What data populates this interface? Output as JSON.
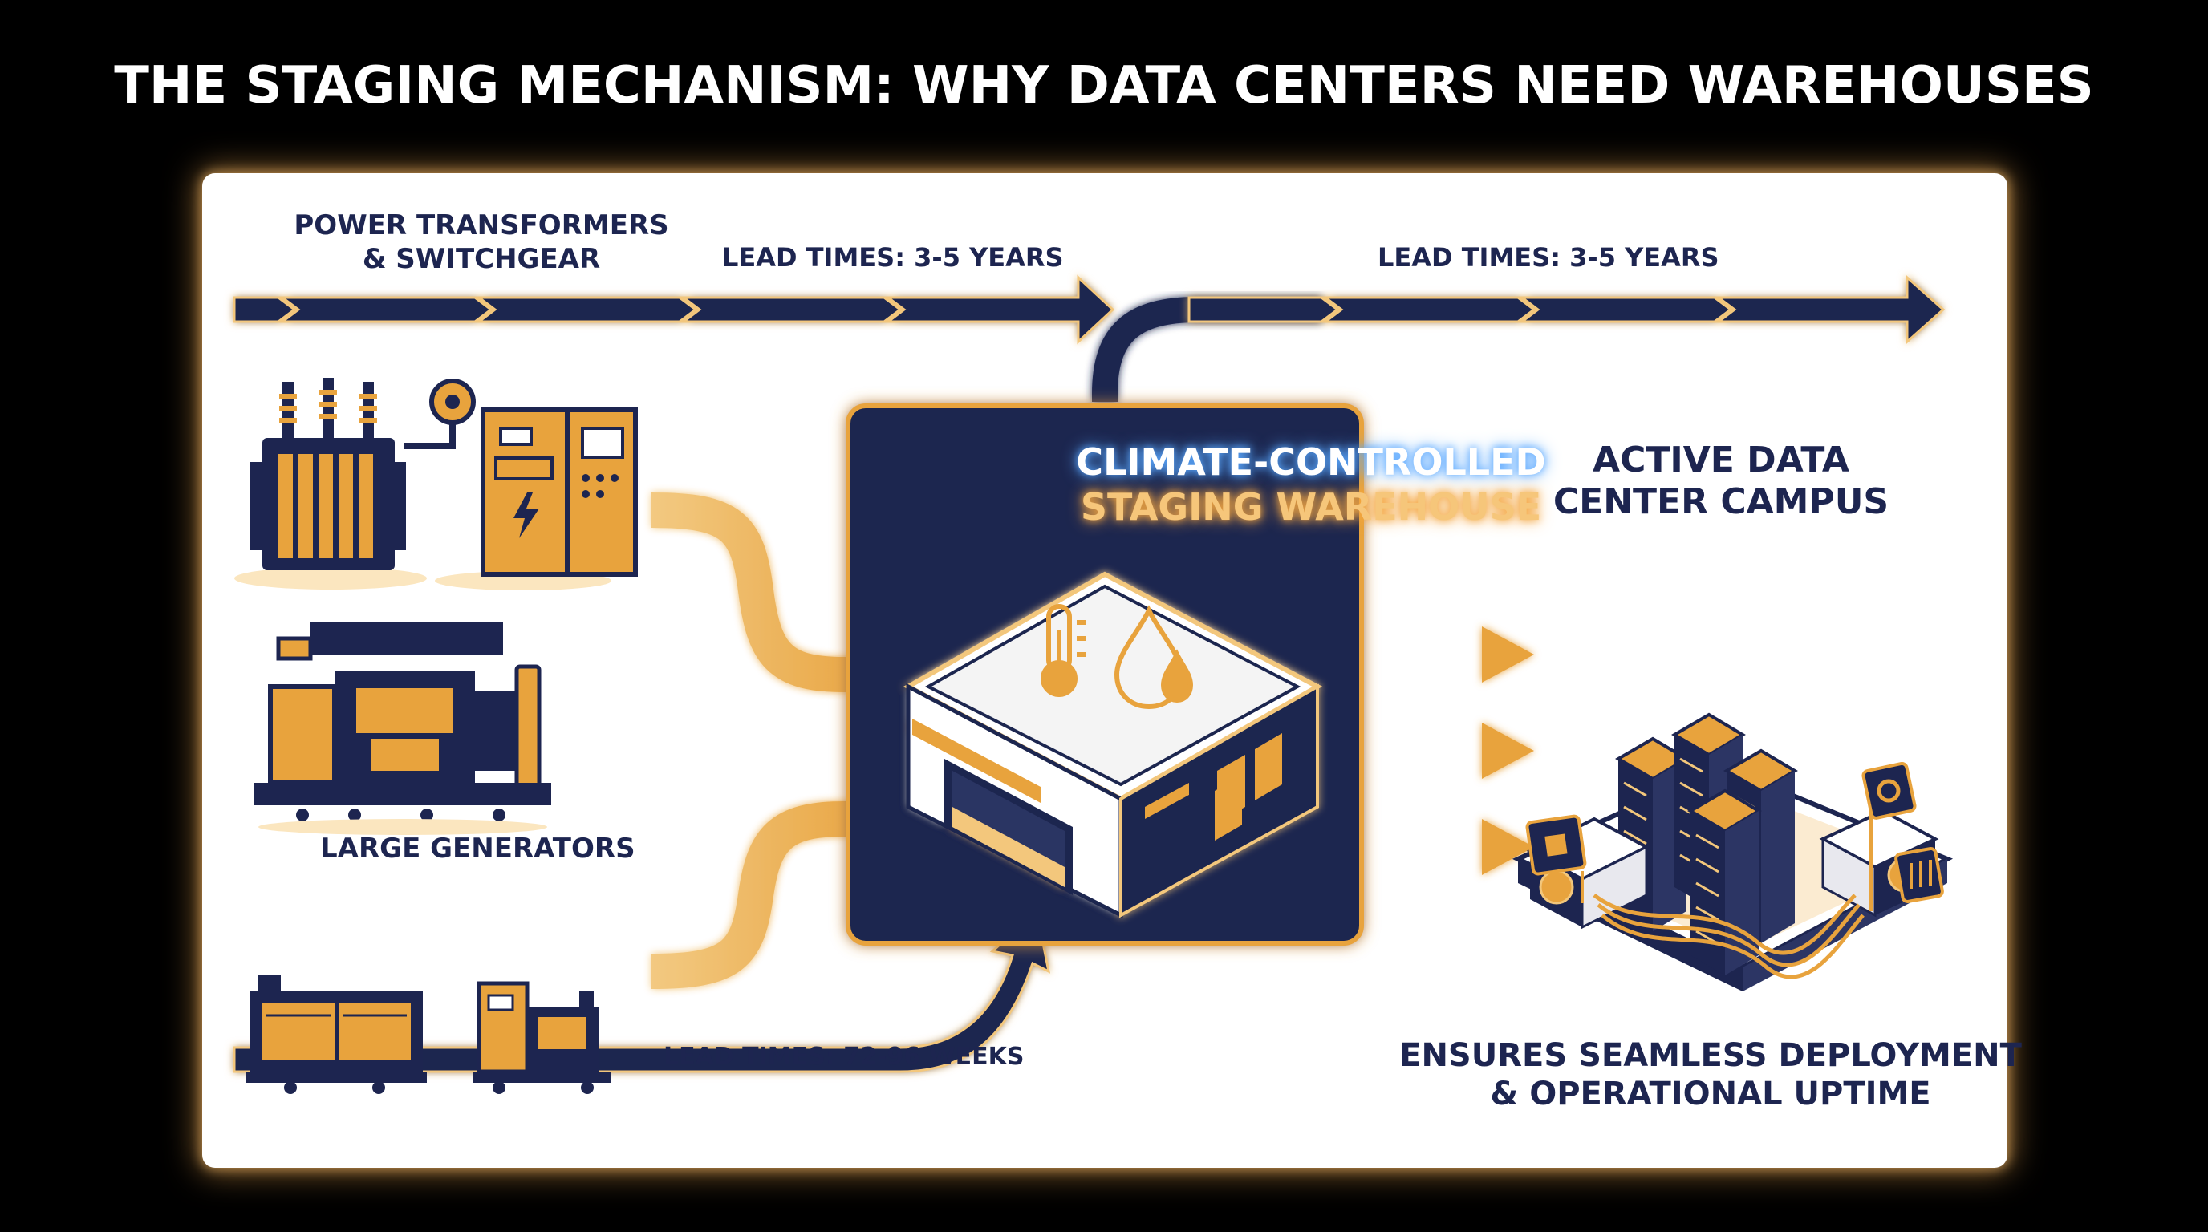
{
  "title": "THE STAGING MECHANISM: WHY DATA CENTERS NEED WAREHOUSES",
  "inputs": {
    "transformers_label_line1": "POWER TRANSFORMERS",
    "transformers_label_line2": "& SWITCHGEAR",
    "generators_label": "LARGE GENERATORS"
  },
  "lead_times": {
    "top_left": "LEAD TIMES: 3-5 YEARS",
    "top_right": "LEAD TIMES: 3-5 YEARS",
    "bottom": "LEAD TIMES: 72-96 WEEKS"
  },
  "warehouse": {
    "title_line1": "CLIMATE-CONTROLLED",
    "title_line2": "STAGING WAREHOUSE",
    "icons": [
      "thermometer-icon",
      "water-drop-icon"
    ]
  },
  "campus": {
    "title_line1": "ACTIVE DATA",
    "title_line2": "CENTER CAMPUS",
    "footer_line1": "ENSURES SEAMLESS DEPLOYMENT",
    "footer_line2": "& OPERATIONAL UPTIME"
  },
  "colors": {
    "navy": "#1d2550",
    "orange": "#e8a33d",
    "light_orange": "#f3c77b",
    "glow": "#f5b04a"
  }
}
